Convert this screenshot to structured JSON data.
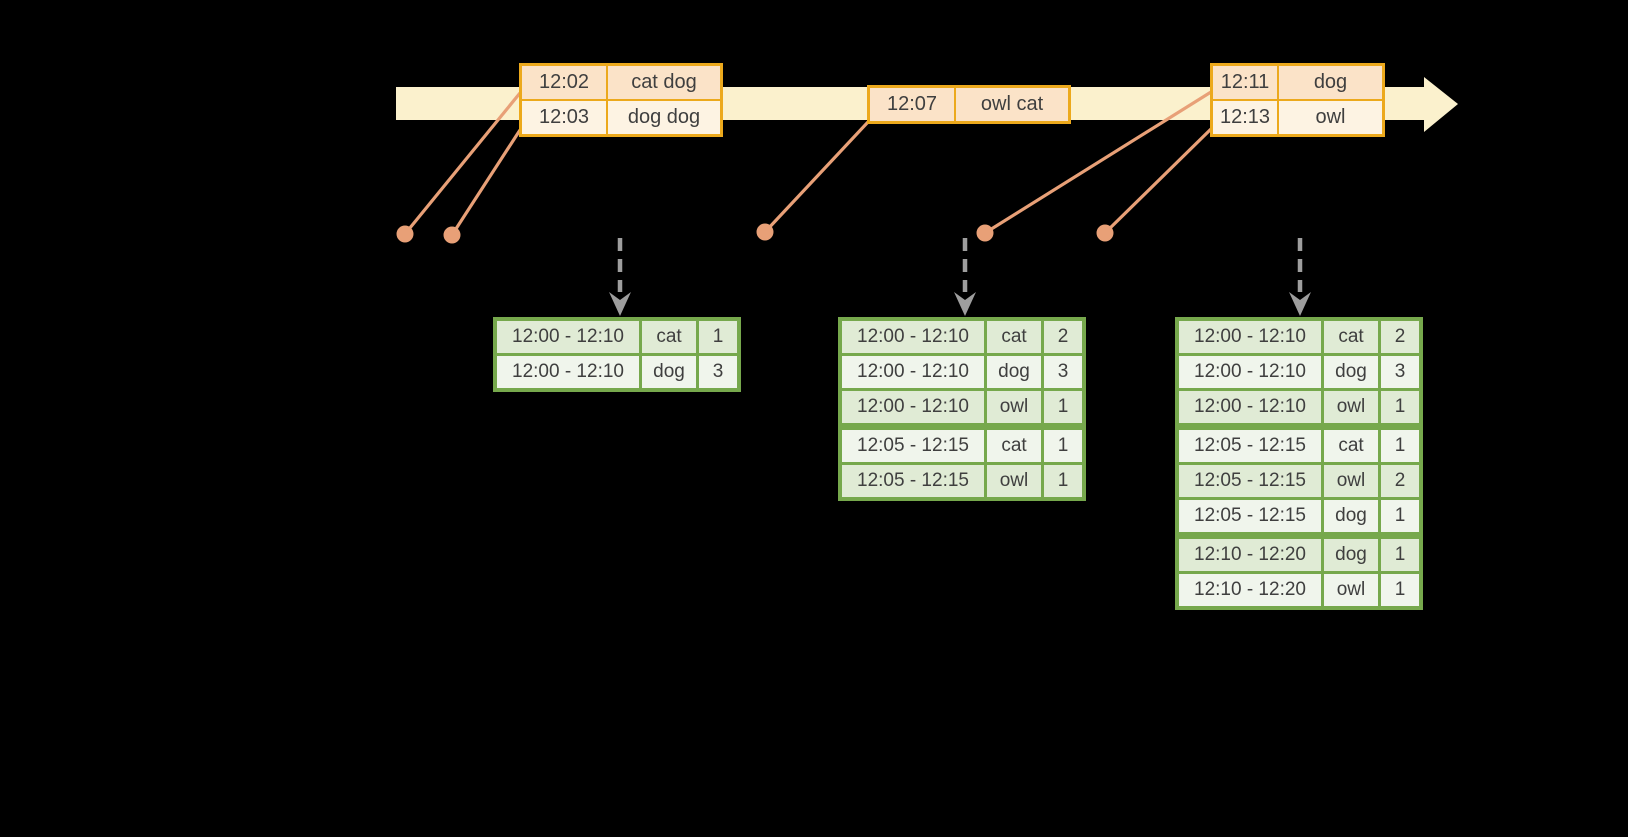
{
  "colors": {
    "bg": "#000000",
    "band": "#fbf1cd",
    "gold": "#eca91c",
    "peach": "#fbe3c8",
    "cream": "#fdf3e3",
    "salmon": "#e8a077",
    "gray": "#9e9e9e",
    "green": "#76a84c",
    "rowdark": "#e0ebd5",
    "rowlight": "#f0f5ec",
    "ink": "#3f3f3f"
  },
  "timeline": {
    "event_tables": [
      {
        "rows": [
          {
            "time": "12:02",
            "words": "cat dog"
          },
          {
            "time": "12:03",
            "words": "dog dog"
          }
        ]
      },
      {
        "rows": [
          {
            "time": "12:07",
            "words": "owl cat"
          }
        ]
      },
      {
        "rows": [
          {
            "time": "12:11",
            "words": "dog"
          },
          {
            "time": "12:13",
            "words": "owl"
          }
        ]
      }
    ]
  },
  "result_tables": [
    {
      "rows": [
        {
          "window": "12:00 - 12:10",
          "word": "cat",
          "count": "1"
        },
        {
          "window": "12:00 - 12:10",
          "word": "dog",
          "count": "3"
        }
      ],
      "group_starts": [
        0
      ]
    },
    {
      "rows": [
        {
          "window": "12:00 - 12:10",
          "word": "cat",
          "count": "2"
        },
        {
          "window": "12:00 - 12:10",
          "word": "dog",
          "count": "3"
        },
        {
          "window": "12:00 - 12:10",
          "word": "owl",
          "count": "1"
        },
        {
          "window": "12:05 - 12:15",
          "word": "cat",
          "count": "1"
        },
        {
          "window": "12:05 - 12:15",
          "word": "owl",
          "count": "1"
        }
      ],
      "group_starts": [
        0,
        3
      ]
    },
    {
      "rows": [
        {
          "window": "12:00 - 12:10",
          "word": "cat",
          "count": "2"
        },
        {
          "window": "12:00 - 12:10",
          "word": "dog",
          "count": "3"
        },
        {
          "window": "12:00 - 12:10",
          "word": "owl",
          "count": "1"
        },
        {
          "window": "12:05 - 12:15",
          "word": "cat",
          "count": "1"
        },
        {
          "window": "12:05 - 12:15",
          "word": "owl",
          "count": "2"
        },
        {
          "window": "12:05 - 12:15",
          "word": "dog",
          "count": "1"
        },
        {
          "window": "12:10 - 12:20",
          "word": "dog",
          "count": "1"
        },
        {
          "window": "12:10 - 12:20",
          "word": "owl",
          "count": "1"
        }
      ],
      "group_starts": [
        0,
        3,
        6
      ]
    }
  ]
}
